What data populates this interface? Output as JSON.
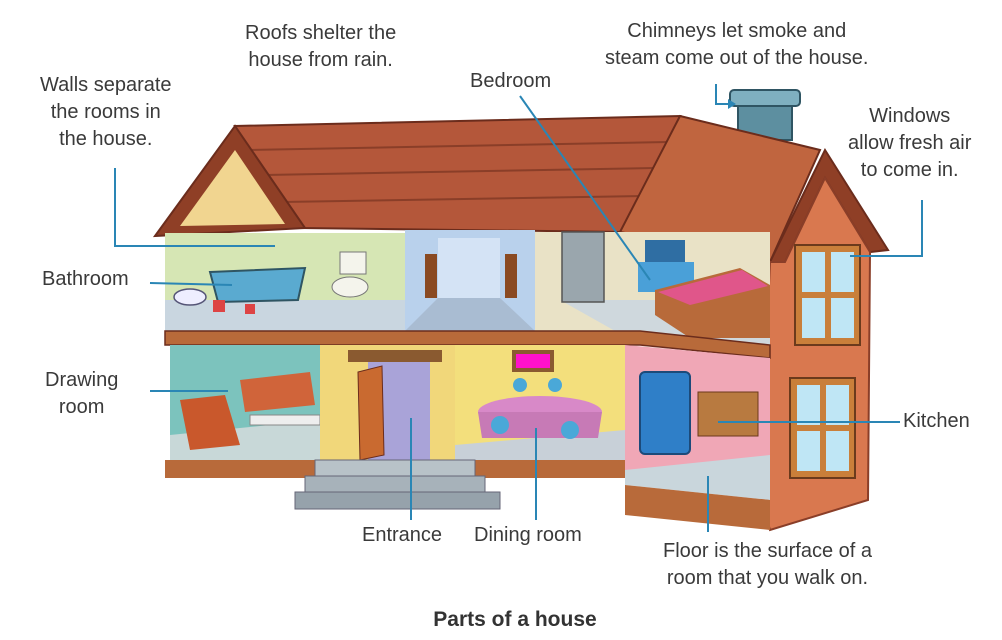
{
  "labels": {
    "walls": [
      "Walls separate",
      "the rooms in",
      "the house."
    ],
    "roofs": [
      "Roofs shelter the",
      "house from rain."
    ],
    "bedroom": "Bedroom",
    "chimneys": [
      "Chimneys let smoke and",
      "steam come out of the house."
    ],
    "windows": [
      "Windows",
      "allow fresh air",
      "to come in."
    ],
    "bathroom": "Bathroom",
    "drawing_room": [
      "Drawing",
      "room"
    ],
    "entrance": "Entrance",
    "dining_room": "Dining room",
    "kitchen": "Kitchen",
    "floor": [
      "Floor is the surface of a",
      "room that you walk on."
    ]
  },
  "caption": "Parts of a house",
  "colors": {
    "leader": "#2a86b5",
    "roof": "#b4573a",
    "wall": "#d9784f"
  }
}
